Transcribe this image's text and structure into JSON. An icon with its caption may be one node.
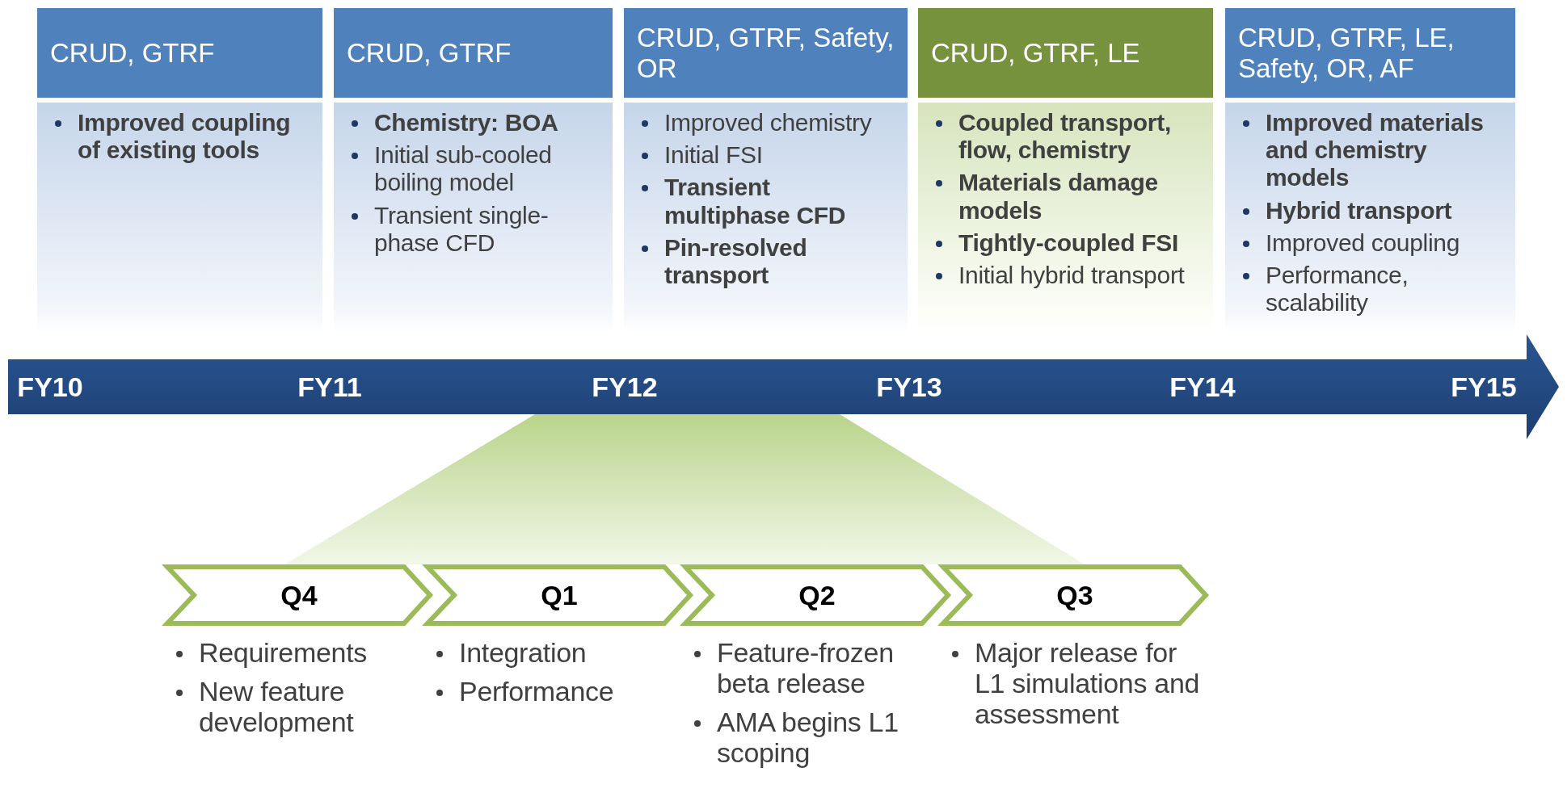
{
  "diagram": {
    "nodes": [
      {
        "text": [
          "CRUD, GTRF"
        ]
      },
      {
        "text": [
          "**Improved coupling of existing tools**"
        ]
      },
      {
        "text": [
          "CRUD, GTRF"
        ]
      },
      {
        "text": [
          "**Chemistry: BOA**",
          "Initial sub-cooled boiling model",
          "Transient single-phase CFD"
        ]
      },
      {
        "text": [
          "CRUD, GTRF, Safety, OR"
        ]
      },
      {
        "text": [
          "Improved chemistry",
          "Initial FSI",
          "**Transient multiphase CFD**",
          "**Pin-resolved transport**"
        ]
      },
      {
        "text": [
          "CRUD, GTRF, LE"
        ]
      },
      {
        "text": [
          "**Coupled transport, flow, chemistry**",
          "**Materials damage models**",
          "**Tightly-coupled FSI**",
          "Initial hybrid transport"
        ]
      },
      {
        "text": [
          "CRUD, GTRF, LE, Safety, OR, AF"
        ]
      },
      {
        "text": [
          "**Improved materials and chemistry models**",
          "**Hybrid transport**",
          "Improved coupling",
          "Performance, scalability"
        ]
      },
      {
        "text": [
          "FY10",
          "FY11",
          "FY12",
          "FY13",
          "FY14",
          "FY15"
        ]
      },
      {
        "text": [],
        "shape": "trapezoid"
      },
      {
        "text": [
          "Q4"
        ],
        "beside": [
          "Requirements",
          "New feature development"
        ]
      },
      {
        "text": [
          "Q1"
        ],
        "beside": [
          "Integration",
          "Performance"
        ]
      },
      {
        "text": [
          "Q2"
        ],
        "beside": [
          "Feature-frozen beta release",
          "AMA begins L1 scoping"
        ]
      },
      {
        "text": [
          "Q3"
        ],
        "beside": [
          "Major release for L1 simulations and assessment"
        ]
      }
    ]
  }
}
